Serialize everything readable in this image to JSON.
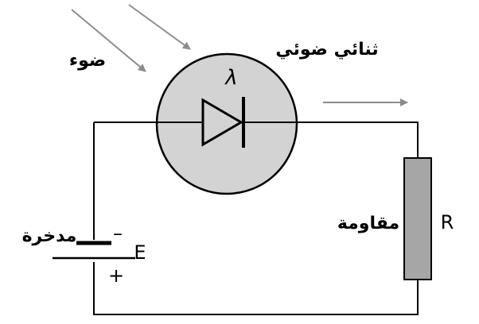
{
  "labels": {
    "light": "ضوء",
    "photodiode": "ثنائي ضوئي",
    "lambda": "λ",
    "battery": "مدخرة",
    "minus": "–",
    "plus": "+",
    "emf": "E",
    "resistor": "مقاومة",
    "resistor_symbol": "R"
  },
  "colors": {
    "wire": "#000000",
    "diode_circle_fill": "#d3d3d3",
    "resistor_fill": "#a6a6a6",
    "arrow": "#8c8c8c"
  },
  "icons": {
    "light_rays": "arrow-icon",
    "current_arrow": "arrow-icon",
    "diode": "diode-icon",
    "battery": "battery-icon",
    "resistor": "resistor-icon"
  }
}
